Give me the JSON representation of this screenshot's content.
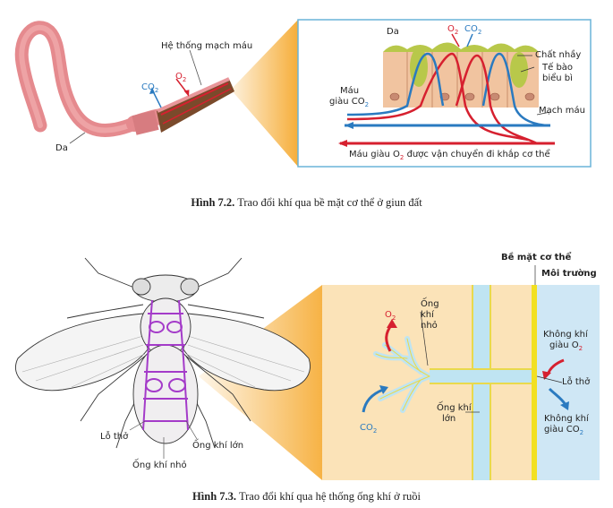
{
  "figure1": {
    "caption_num": "Hình 7.2.",
    "caption_text": "Trao đổi khí qua bề mặt cơ thể ở giun đất",
    "labels": {
      "da_left": "Da",
      "he_thong": "Hệ thống mạch máu",
      "o2": "O",
      "co2": "CO",
      "da_inset": "Da",
      "o2_top": "O",
      "co2_top": "CO",
      "chat_nhay": "Chất nhầy",
      "te_bao_1": "Tế bào",
      "te_bao_2": "biểu bì",
      "mau_giau_1": "Máu",
      "mau_giau_2": "giàu CO",
      "mach_mau": "Mạch máu",
      "mau_o2_a": "Máu giàu O",
      "mau_o2_b": " được vận chuyển đi khắp cơ thể"
    }
  },
  "figure2": {
    "caption_num": "Hình 7.3.",
    "caption_text": "Trao đổi khí qua hệ thống ống khí ở ruồi",
    "labels": {
      "be_mat": "Bề mặt cơ thể",
      "moi_truong": "Môi trường",
      "o2": "O",
      "ong_khi_nho_1": "Ống",
      "ong_khi_nho_2": "khí",
      "ong_khi_nho_3": "nhỏ",
      "khong_khi_o2_1": "Không khí",
      "khong_khi_o2_2": "giàu O",
      "lo_tho_inset": "Lỗ thở",
      "ong_khi_lon_1": "Ống khí",
      "ong_khi_lon_2": "lớn",
      "co2": "CO",
      "khong_khi_co2_1": "Không khí",
      "khong_khi_co2_2": "giàu CO",
      "lo_tho": "Lỗ thở",
      "ong_khi_lon": "Ống khí lớn",
      "ong_khi_nho": "Ống khí nhỏ"
    }
  },
  "colors": {
    "worm": "#e8969a",
    "blood_red": "#d6202f",
    "blood_blue": "#2a7ac0",
    "cell": "#f1c4a0",
    "mucus": "#b8c84a",
    "inset_border": "#6ab4d8",
    "tissue": "#fbe3b8",
    "environment": "#cfe7f5",
    "surface": "#f2e022",
    "trachea": "#bfe4f2",
    "trachea_edge": "#e9d94c",
    "glow": "#f5a524"
  }
}
